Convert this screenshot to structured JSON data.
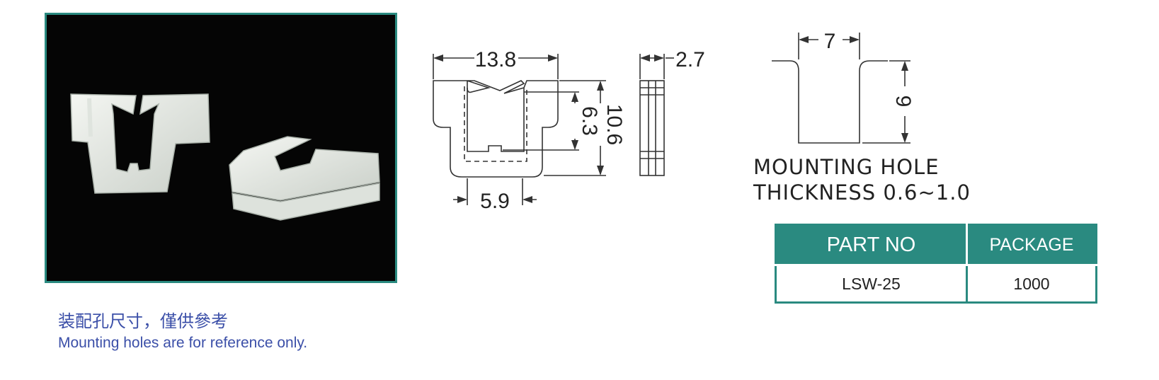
{
  "drawing": {
    "dims": {
      "width": "13.8",
      "thickness": "2.7",
      "inner_height": "6.3",
      "outer_height": "10.6",
      "slot_width": "5.9",
      "hole_width": "7",
      "hole_depth": "9"
    }
  },
  "mounting_hole": {
    "line1": "MOUNTING HOLE",
    "line2": "THICKNESS 0.6~1.0"
  },
  "table": {
    "headers": [
      "PART NO",
      "PACKAGE"
    ],
    "rows": [
      {
        "part_no": "LSW-25",
        "package": "1000"
      }
    ]
  },
  "note": {
    "zh": "装配孔尺寸，僅供參考",
    "en": "Mounting holes are for reference only."
  },
  "colors": {
    "accent": "#2a8a80",
    "note_text": "#3b4fa8"
  }
}
